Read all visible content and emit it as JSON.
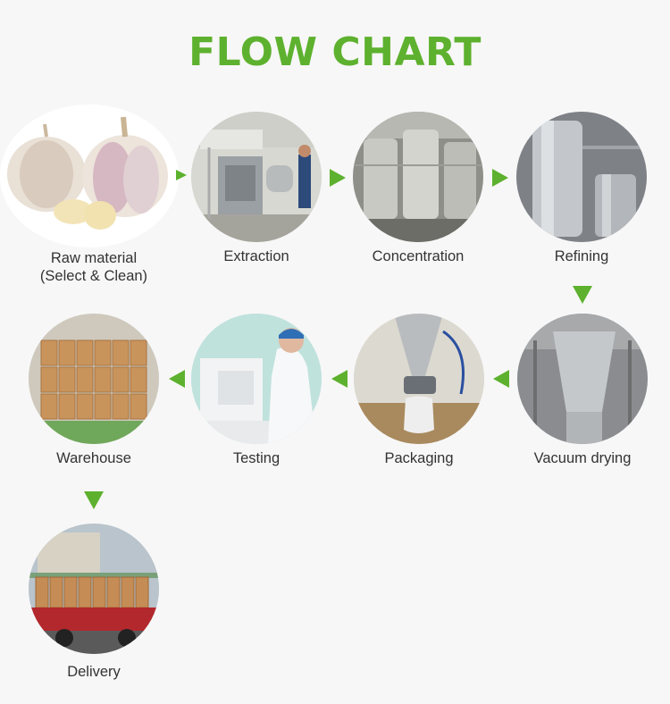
{
  "title": "FLOW CHART",
  "steps": [
    {
      "label_line1": "Raw material",
      "label_line2": "(Select & Clean)",
      "image": "garlic bulbs and cloves"
    },
    {
      "label_line1": "Extraction",
      "image": "extraction machine with worker"
    },
    {
      "label_line1": "Concentration",
      "image": "stainless steel concentration tanks"
    },
    {
      "label_line1": "Refining",
      "image": "stainless steel refining tanks"
    },
    {
      "label_line1": "Vacuum drying",
      "image": "spray drying tower"
    },
    {
      "label_line1": "Packaging",
      "image": "powder packaging outlet"
    },
    {
      "label_line1": "Testing",
      "image": "lab technician at testing instrument"
    },
    {
      "label_line1": "Warehouse",
      "image": "stacked fiber drums in warehouse"
    },
    {
      "label_line1": "Delivery",
      "image": "truck loaded with drums"
    }
  ],
  "colors": {
    "accent": "#5db12e",
    "text": "#333333",
    "background": "#f7f7f7"
  },
  "icons": [
    "arrow-right-icon",
    "arrow-left-icon",
    "arrow-down-icon"
  ]
}
